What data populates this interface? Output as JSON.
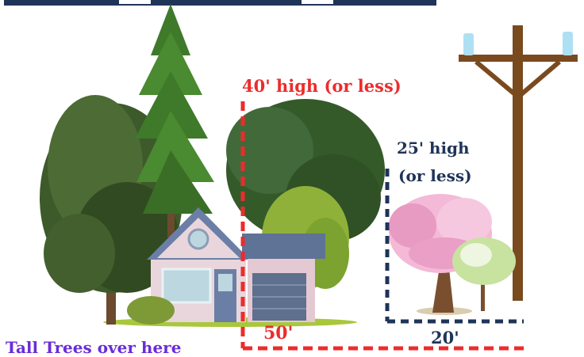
{
  "labels": {
    "large_tree_limit": "40' high (or less)",
    "small_tree_limit_line1": "25' high",
    "small_tree_limit_line2": "(or less)",
    "large_tree_distance": "50'",
    "small_tree_distance": "20'",
    "tall_trees_note": "Tall Trees over here"
  },
  "colors": {
    "red_guide": "#ec2c2c",
    "navy_guide": "#1f3458",
    "purple_note": "#6a2cd8",
    "banner_bar": "#1f3458"
  },
  "icons": [
    "deciduous-tree-icon",
    "pine-tree-icon",
    "house-icon",
    "medium-tree-icon",
    "blossom-tree-icon",
    "utility-pole-icon"
  ]
}
